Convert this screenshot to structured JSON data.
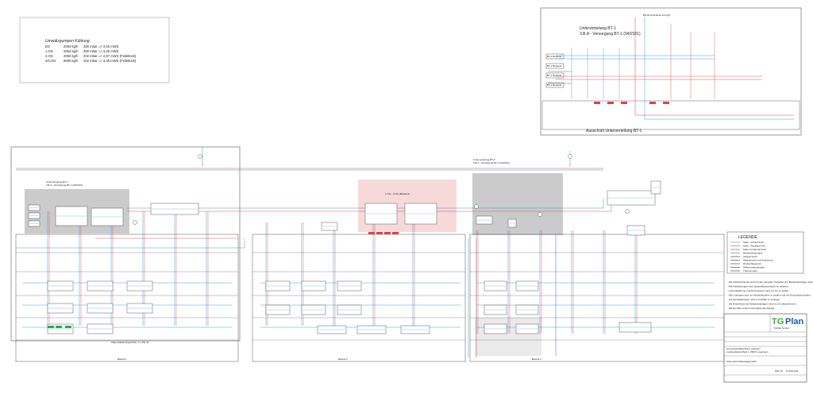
{
  "notes_box": {
    "title": "Umwälzpumpen Kühlung:",
    "rows": [
      {
        "floor": "EG",
        "flow": "2093 kg/h",
        "pressure": "250 mbar => 3,45 mWS"
      },
      {
        "floor": "1.OG",
        "flow": "2054 kg/h",
        "pressure": "250 mbar => 3,35 mWS"
      },
      {
        "floor": "2.OG",
        "flow": "2050 kg/h",
        "pressure": "202 mbar => 2,87 mWS (Feldstück)"
      },
      {
        "floor": "3/4.OG",
        "flow": "6000 kg/h",
        "pressure": "202 mbar => 3,38 mWS (Feldstück)"
      }
    ]
  },
  "detail_sheet": {
    "label_top_right": "BS-Kk Anschluss 1/2 kg/h",
    "title_line1": "Unterverteilung BT-1",
    "title_line2": "3.B.A - Versorgung BT-1 (04/2021)",
    "caption": "Ausschnitt Unterverteilung BT-1",
    "left_tags": [
      "BT-1 Bestand",
      "BT-1 Bestand",
      "BT-1 Bestand",
      "BT-1 Bestand"
    ]
  },
  "main_plan": {
    "dist_left_title": "Unterverteilung BT-1",
    "dist_left_sub": "3.B.A - Versorgung BT-1 (04/2021)",
    "dist_center_title": "Unterverteilung BT-2",
    "dist_center_sub": "3.B.A - Versorgung BT-2 (04/2021)",
    "pink_label": "1.OG - 2.OG (Bestand)",
    "building_labels": [
      "Bauteil 1",
      "Bauteil 2",
      "Bauteil 3"
    ],
    "bottom_note": "Kältemittelleitung/Kühler: 2 x DN 40"
  },
  "legend": {
    "title": "LEGENDE",
    "items": [
      "Kälte - Vorlauf 6/12",
      "Kälte - Rücklauf 6/12",
      "Kälte Kondensat 6/12",
      "Bestandsleitungen",
      "Absperrventil",
      "Absperrventil mit Entleerung",
      "Rückschlagventil",
      "Differenzdruckregler",
      "Thermometer"
    ]
  },
  "notes_text": [
    "- Alle Fließrichtungen sind mit den aktuellen Vorgaben der Bestandsanlagen abzustimmen.",
    "- Alle Kälteleitungen sind dampfdiffusionsdicht zu isolieren.",
    "- Leitungsführung und Dimensionen sind vor Ort zu prüfen.",
    "- Alle Leitungen sind vor Inbetriebnahme zu spülen und mit Druck abzudrücken.",
    "- Kondensatleitungen sind mit Gefälle zu verlegen.",
    "- Die Anschlüsse der Bestandsanlagen sind vor Ort abzustimmen.",
    "- Dieses Plan ersetzt vorhergehende Stände."
  ],
  "title_block": {
    "logo_tg": "TG",
    "logo_plan": "Plan",
    "company": "TGPlan GmbH",
    "project_line1": "Gemeinschaftsschule Laupheim",
    "project_line2": "Ludwig-Rebel-Platz 1, 88471 Laupheim",
    "drawing": "Schemata Kälteanlage 2023",
    "plan_label": "Plan-Nr.",
    "plan_no": "K-SCH-001"
  },
  "colors": {
    "supply": "#2f9bd6",
    "return": "#e0404a",
    "condensate": "#3a62d8",
    "grey_zone": "#b9b9b9",
    "pink_zone": "#f6d2d2",
    "green_tag": "#2ea84f",
    "logo_green": "#3aa935",
    "logo_blue": "#1a5ca8"
  }
}
